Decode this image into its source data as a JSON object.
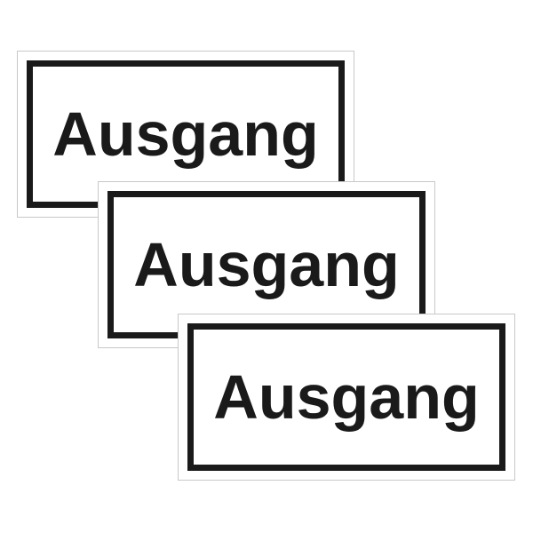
{
  "signs": [
    {
      "text": "Ausgang"
    },
    {
      "text": "Ausgang"
    },
    {
      "text": "Ausgang"
    }
  ],
  "colors": {
    "background": "#ffffff",
    "border": "#1a1a1a",
    "text": "#1a1a1a"
  }
}
